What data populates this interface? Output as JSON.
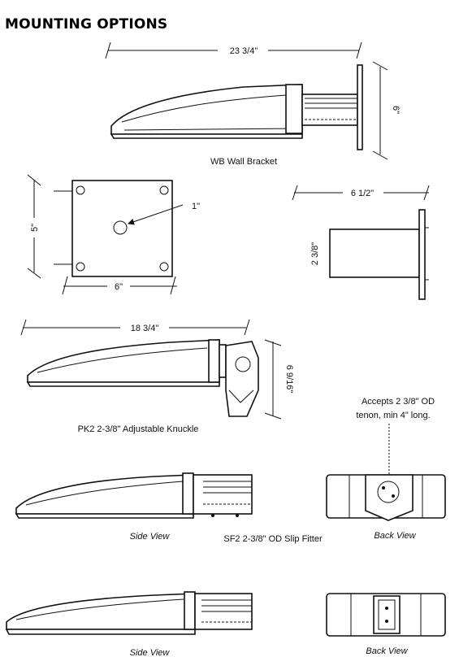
{
  "title": "MOUNTING OPTIONS",
  "wall_bracket": {
    "length": "23 3/4\"",
    "height": "6\"",
    "caption": "WB Wall Bracket"
  },
  "plate": {
    "height": "5\"",
    "width": "6\"",
    "hole": "1\""
  },
  "arm": {
    "length": "6 1/2\"",
    "height": "2 3/8\""
  },
  "knuckle": {
    "length": "18 3/4\"",
    "height": "6 9/16\"",
    "caption": "PK2 2-3/8\" Adjustable Knuckle"
  },
  "slip_fitter": {
    "note_line1": "Accepts 2 3/8\" OD",
    "note_line2": "tenon, min 4\" long.",
    "side_view": "Side View",
    "back_view": "Back View",
    "caption": "SF2 2-3/8\" OD Slip Fitter"
  },
  "bottom": {
    "side_view": "Side View",
    "back_view": "Back View"
  },
  "colors": {
    "ink": "#111111",
    "paper": "#ffffff"
  }
}
